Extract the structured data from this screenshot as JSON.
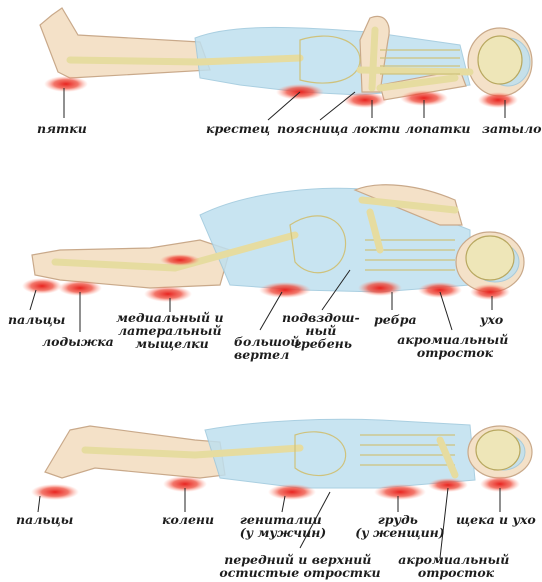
{
  "diagrams": [
    {
      "position": "supine",
      "labels": [
        {
          "id": "heels",
          "text": "пятки"
        },
        {
          "id": "sacrum",
          "text": "крестец"
        },
        {
          "id": "lower-back",
          "text": "поясница"
        },
        {
          "id": "elbows",
          "text": "локти"
        },
        {
          "id": "shoulder-blades",
          "text": "лопатки"
        },
        {
          "id": "nape",
          "text": "затылок"
        }
      ]
    },
    {
      "position": "lateral",
      "labels": [
        {
          "id": "toes",
          "lines": [
            "пальцы"
          ]
        },
        {
          "id": "ankle",
          "lines": [
            "лодыжка"
          ]
        },
        {
          "id": "condyles",
          "lines": [
            "медиальный и",
            "латеральный",
            "мыщелки"
          ]
        },
        {
          "id": "trochanter",
          "lines": [
            "большой",
            "вертел"
          ]
        },
        {
          "id": "iliac-crest",
          "lines": [
            "подвздош-",
            "ный",
            "гребень"
          ]
        },
        {
          "id": "ribs",
          "lines": [
            "ребра"
          ]
        },
        {
          "id": "acromion",
          "lines": [
            "акромиальный",
            "отросток"
          ]
        },
        {
          "id": "ear",
          "lines": [
            "ухо"
          ]
        }
      ]
    },
    {
      "position": "prone",
      "labels": [
        {
          "id": "toes",
          "lines": [
            "пальцы"
          ]
        },
        {
          "id": "knees",
          "lines": [
            "колени"
          ]
        },
        {
          "id": "genitals",
          "lines": [
            "гениталии",
            "(у мужчин)"
          ]
        },
        {
          "id": "spines",
          "lines": [
            "передний и верхний",
            "остистые отростки"
          ]
        },
        {
          "id": "breast",
          "lines": [
            "грудь",
            "(у женщин)"
          ]
        },
        {
          "id": "acromion",
          "lines": [
            "акромиальный",
            "отросток"
          ]
        },
        {
          "id": "cheek-ear",
          "lines": [
            "щека и ухо"
          ]
        }
      ]
    }
  ],
  "colors": {
    "pressure_spot": "#e8231f",
    "skin": "#f4e1c8",
    "soft_tissue": "#bfe0ef",
    "bone": "#eee6b8"
  }
}
